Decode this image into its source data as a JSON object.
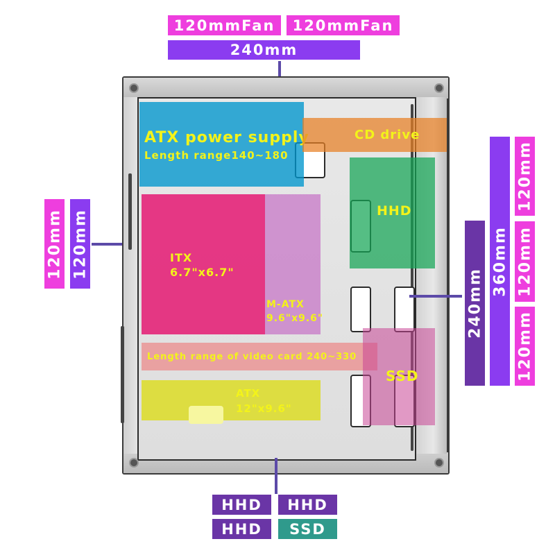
{
  "top": {
    "fan_left": "120mmFan",
    "fan_right": "120mmFan",
    "radiator": "240mm"
  },
  "left": {
    "fan_a": "120mm",
    "fan_b": "120mm"
  },
  "right": {
    "rad_240": "240mm",
    "rad_360": "360mm",
    "fan_1": "120mm",
    "fan_2": "120mm",
    "fan_3": "120mm"
  },
  "zones": {
    "psu_title": "ATX power supply",
    "psu_range": "Length range140~180",
    "cd_drive": "CD drive",
    "hhd": "HHD",
    "itx_title": "ITX",
    "itx_size": "6.7\"x6.7\"",
    "matx_title": "M-ATX",
    "matx_size": "9.6\"x9.6\"",
    "video_card": "Length range of video card 240~330",
    "atx_title": "ATX",
    "atx_size": "12\"x9.6\"",
    "ssd": "SSD"
  },
  "bottom": {
    "bay_1": "HHD",
    "bay_2": "HHD",
    "bay_3": "HHD",
    "bay_4": "SSD"
  },
  "colors": {
    "pink_tag": "#ee3ede",
    "purple_tag": "#8b3cf0",
    "violet_tag": "#6a35a6",
    "teal_tag": "#2f9a8c",
    "label_yellow": "#f3f31a"
  }
}
